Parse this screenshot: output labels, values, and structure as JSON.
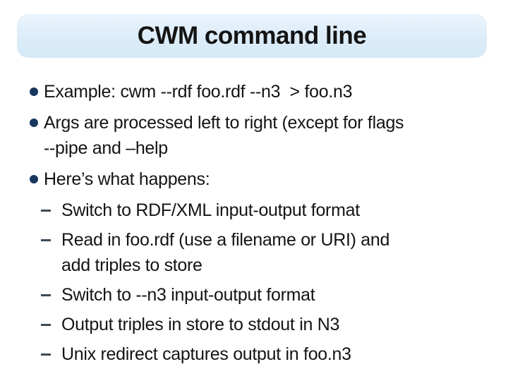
{
  "slide": {
    "title": "CWM command line",
    "colors": {
      "title_bg": "#dcecf9",
      "bullet": "#17375e",
      "dash": "#3d4b57",
      "text": "#141414"
    },
    "bullets": [
      {
        "level": 1,
        "text": "Example: cwm --rdf foo.rdf --n3  > foo.n3"
      },
      {
        "level": 1,
        "text": "Args are processed left to right (except for flags\n--pipe and –help"
      },
      {
        "level": 1,
        "text": "Here’s what happens:"
      },
      {
        "level": 2,
        "text": "Switch to RDF/XML input-output format"
      },
      {
        "level": 2,
        "text": "Read in foo.rdf (use a filename or URI) and\nadd triples to store"
      },
      {
        "level": 2,
        "text": "Switch to --n3 input-output format"
      },
      {
        "level": 2,
        "text": "Output triples in store to stdout in N3"
      },
      {
        "level": 2,
        "text": "Unix redirect captures output in foo.n3"
      }
    ]
  }
}
